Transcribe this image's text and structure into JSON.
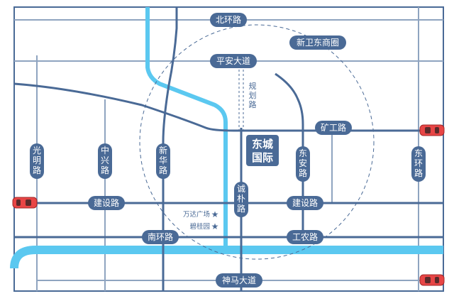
{
  "colors": {
    "road": "#4a6a96",
    "grid_line": "#8fa4c0",
    "river": "#5bc8f0",
    "label_bg": "#4a6a96",
    "label_text": "#ffffff",
    "car_body": "#e84545"
  },
  "roads": {
    "north_ring": "北环路",
    "xinwei_commercial": "新卫东商圈",
    "pingan_avenue": "平安大道",
    "planned_road": "规划路",
    "kuanggong": "矿工路",
    "guangming": "光明路",
    "zhongxing": "中兴路",
    "xinhua": "新华路",
    "dongan": "东安路",
    "east_ring": "东环路",
    "jianshe_west": "建设路",
    "jianshe_east": "建设路",
    "chengpu": "诚朴路",
    "south_ring": "南环路",
    "gongnong": "工农路",
    "shenma_avenue": "神马大道"
  },
  "center": {
    "line1": "东城",
    "line2": "国际"
  },
  "pois": [
    {
      "name": "万达广场",
      "icon": "star-icon"
    },
    {
      "name": "碧桂园",
      "icon": "star-icon"
    }
  ],
  "icons": [
    "car-icon"
  ]
}
